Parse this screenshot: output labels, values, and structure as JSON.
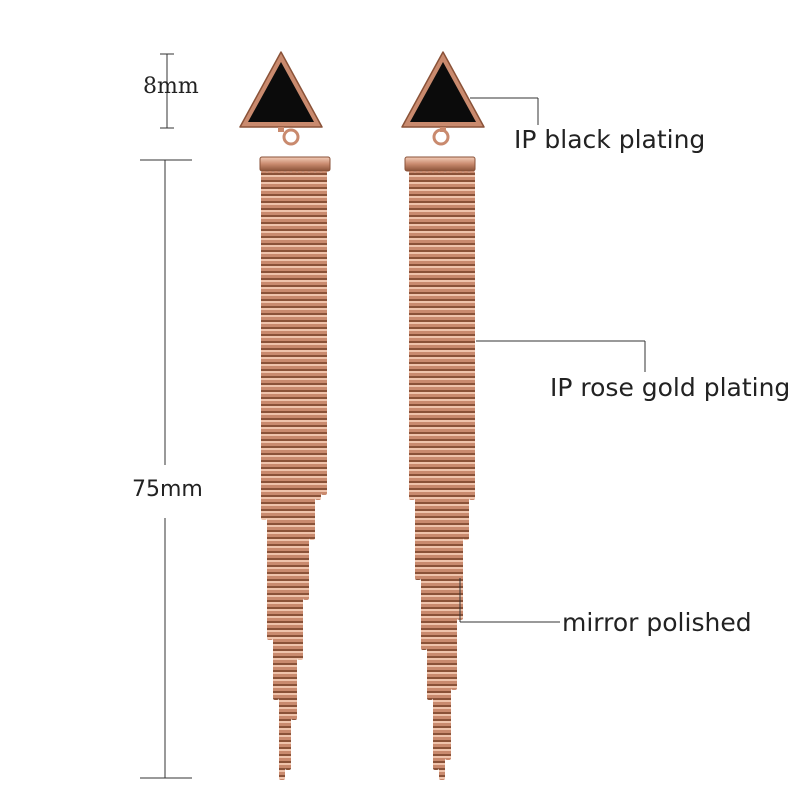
{
  "product": {
    "name": "rose gold tassel earrings with black triangle stud",
    "colors": {
      "metal": "#c98a6e",
      "metal_dark": "#8a5238",
      "metal_light": "#efc3ab",
      "enamel": "#0b0b0b",
      "leader_line": "#333333"
    }
  },
  "dimensions": {
    "stud_height": "8mm",
    "tassel_length": "75mm"
  },
  "callouts": [
    {
      "id": "black",
      "label": "IP black plating"
    },
    {
      "id": "rose",
      "label": "IP rose gold plating"
    },
    {
      "id": "polish",
      "label": "mirror polished"
    }
  ]
}
